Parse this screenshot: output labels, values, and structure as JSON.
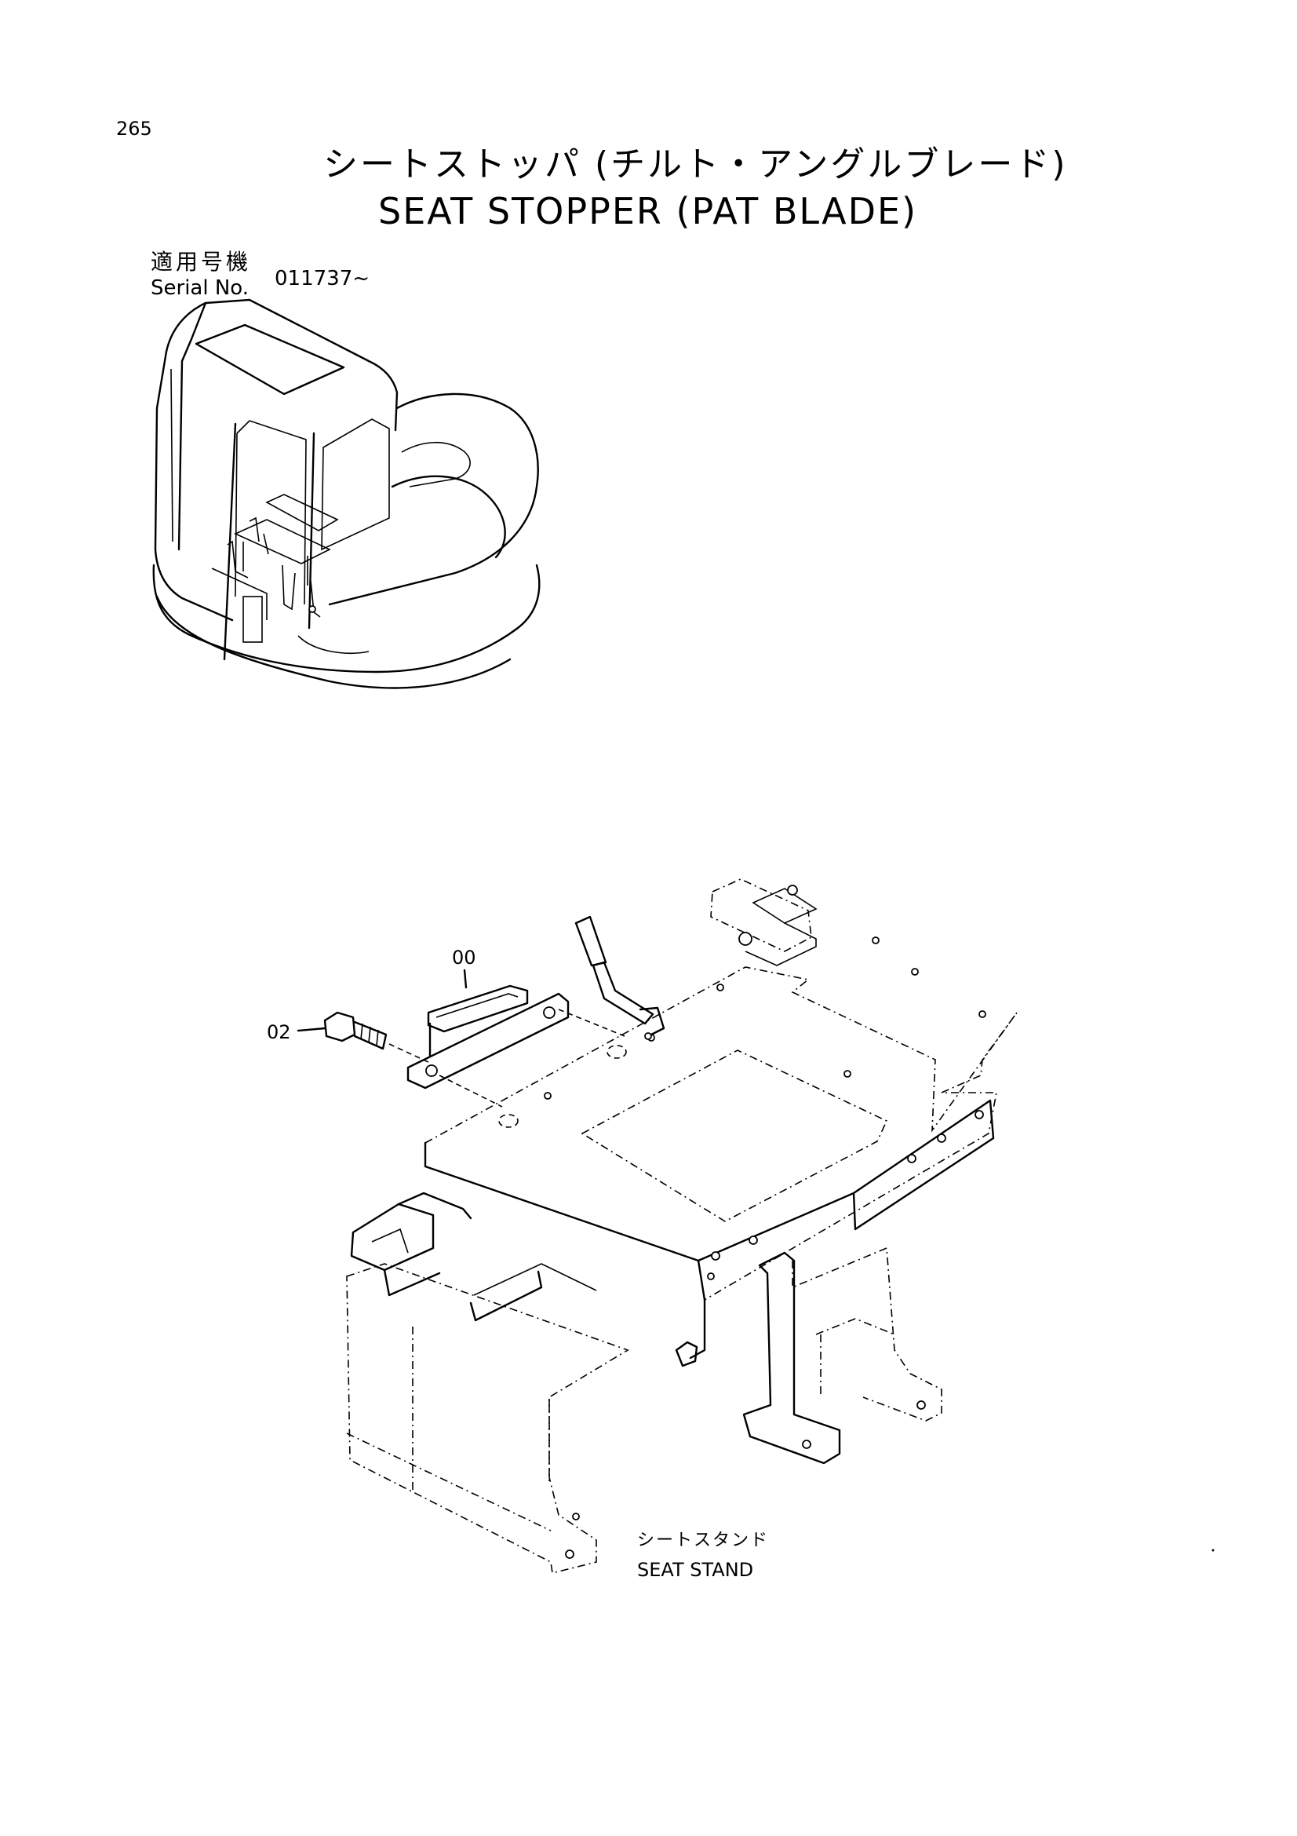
{
  "page_number": "265",
  "title": {
    "japanese": "シートストッパ (チルト・アングルブレード)",
    "english": "SEAT STOPPER (PAT BLADE)"
  },
  "serial": {
    "label_japanese": "適用号機",
    "label_english": "Serial No.",
    "range": "011737~"
  },
  "callouts": {
    "part_00": "00",
    "part_02": "02"
  },
  "seat_stand": {
    "label_japanese": "シートスタンド",
    "label_english": "SEAT STAND"
  }
}
